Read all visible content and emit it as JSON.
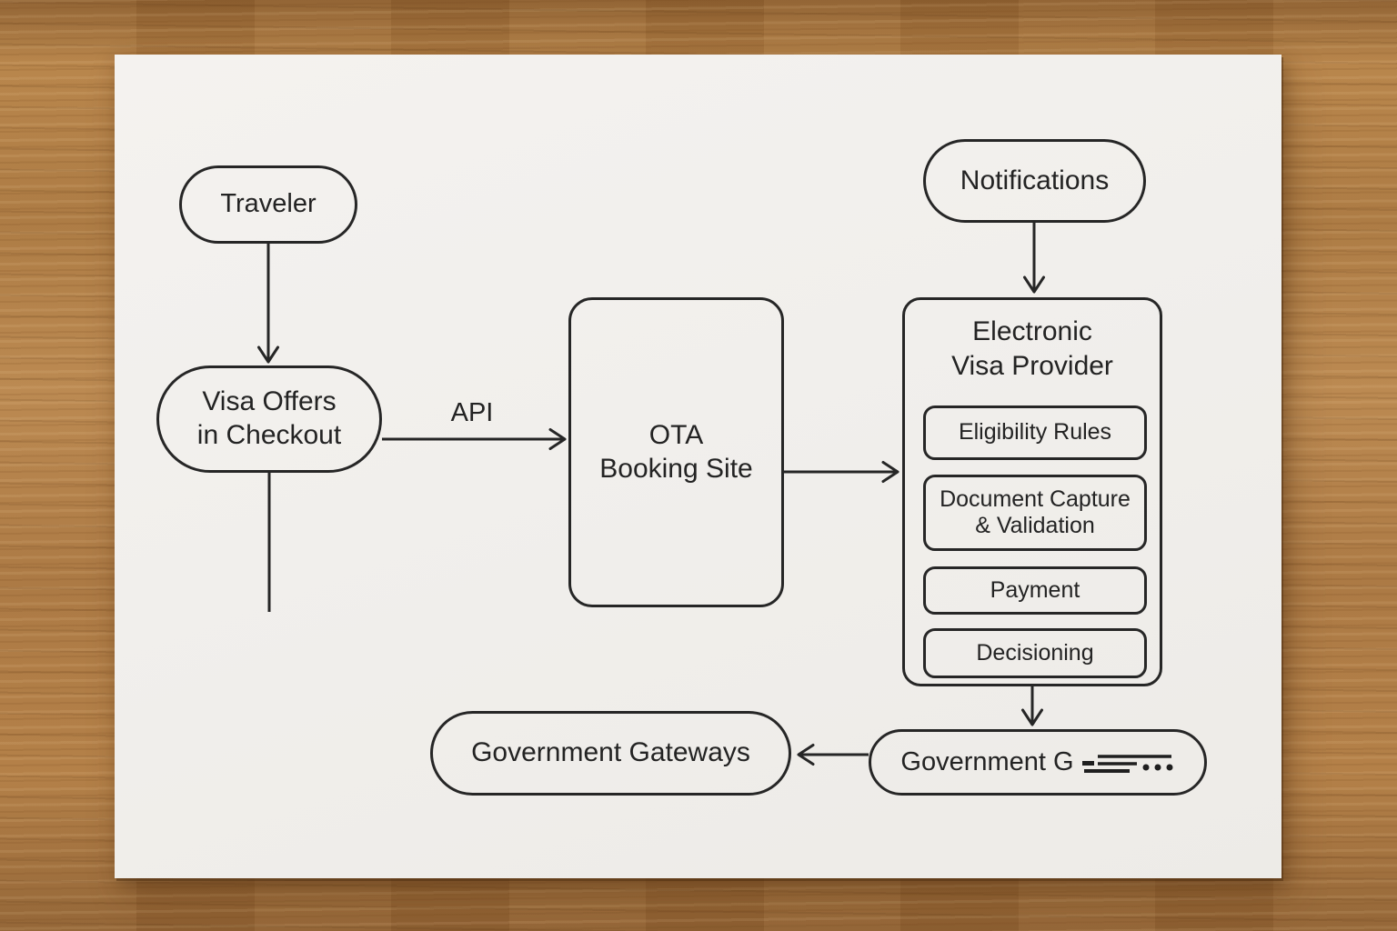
{
  "diagram": {
    "nodes": {
      "traveler": {
        "label": "Traveler"
      },
      "visa_offers": {
        "label": "Visa Offers\nin Checkout"
      },
      "ota_booking_site": {
        "label": "OTA\nBooking Site"
      },
      "notifications": {
        "label": "Notifications"
      },
      "electronic_visa_provider": {
        "title": "Electronic\nVisa Provider",
        "subprocesses": [
          "Eligibility Rules",
          "Document Capture\n& Validation",
          "Payment",
          "Decisioning"
        ]
      },
      "government_gateways": {
        "label": "Government Gateways"
      },
      "government_g": {
        "label": "Government G"
      }
    },
    "edge_labels": {
      "api": "API"
    },
    "colors": {
      "ink": "#262626",
      "paper": "#f2f0ed",
      "wood": "#ab7a42"
    }
  }
}
